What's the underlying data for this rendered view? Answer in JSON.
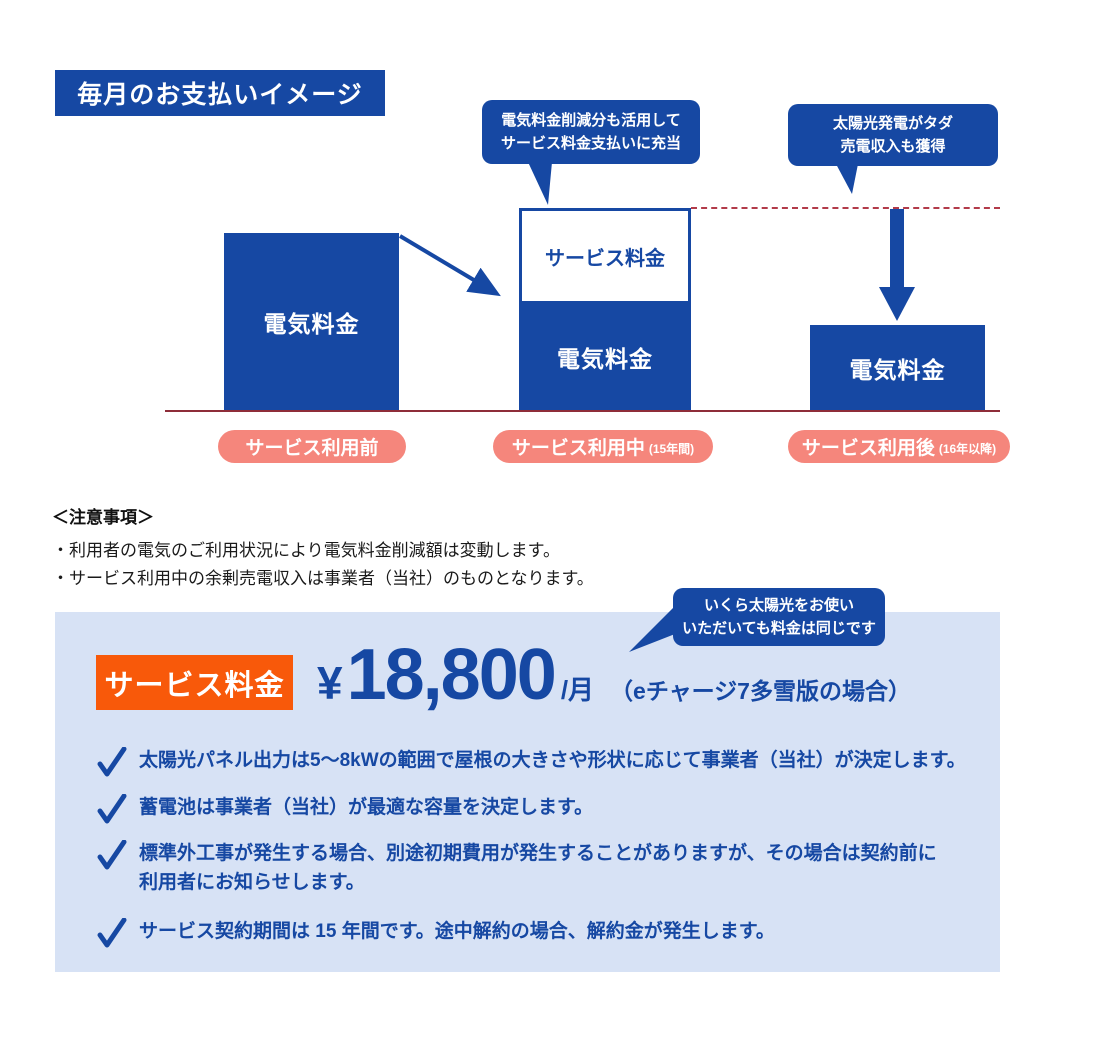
{
  "title": "毎月のお支払いイメージ",
  "colors": {
    "primary_blue": "#1648a3",
    "phase_badge_pink": "#f5867c",
    "price_badge_orange": "#f8590a",
    "panel_light_blue": "#d7e2f5",
    "baseline_maroon": "#8e2d39",
    "dotted_line_red": "#b23b49"
  },
  "diagram": {
    "callout_reduction": {
      "line1": "電気料金削減分も活用して",
      "line2": "サービス料金支払いに充当"
    },
    "callout_solar": {
      "line1": "太陽光発電がタダ",
      "line2": "売電収入も獲得"
    },
    "bars": {
      "before": {
        "label": "電気料金",
        "badge": "サービス利用前"
      },
      "during": {
        "service_label": "サービス料金",
        "electric_label": "電気料金",
        "badge": "サービス利用中",
        "badge_note": "(15年間)"
      },
      "after": {
        "label": "電気料金",
        "badge": "サービス利用後",
        "badge_note": "(16年以降)"
      }
    }
  },
  "notes": {
    "heading": "＜注意事項＞",
    "items": [
      "・利用者の電気のご利用状況により電気料金削減額は変動します。",
      "・サービス利用中の余剰売電収入は事業者（当社）のものとなります。"
    ]
  },
  "pricing": {
    "badge": "サービス料金",
    "currency": "¥",
    "amount": "18,800",
    "per": "/月",
    "condition": "（eチャージ7多雪版の場合）",
    "callout": {
      "line1": "いくら太陽光をお使い",
      "line2": "いただいても料金は同じです"
    },
    "checklist": [
      {
        "lines": [
          "太陽光パネル出力は5～8kWの範囲で屋根の大きさや形状に応じて事業者（当社）が決定します。"
        ]
      },
      {
        "lines": [
          "蓄電池は事業者（当社）が最適な容量を決定します。"
        ]
      },
      {
        "lines": [
          "標準外工事が発生する場合、別途初期費用が発生することがありますが、その場合は契約前に",
          "利用者にお知らせします。"
        ]
      },
      {
        "lines": [
          "サービス契約期間は 15 年間です。途中解約の場合、解約金が発生します。"
        ]
      }
    ]
  }
}
